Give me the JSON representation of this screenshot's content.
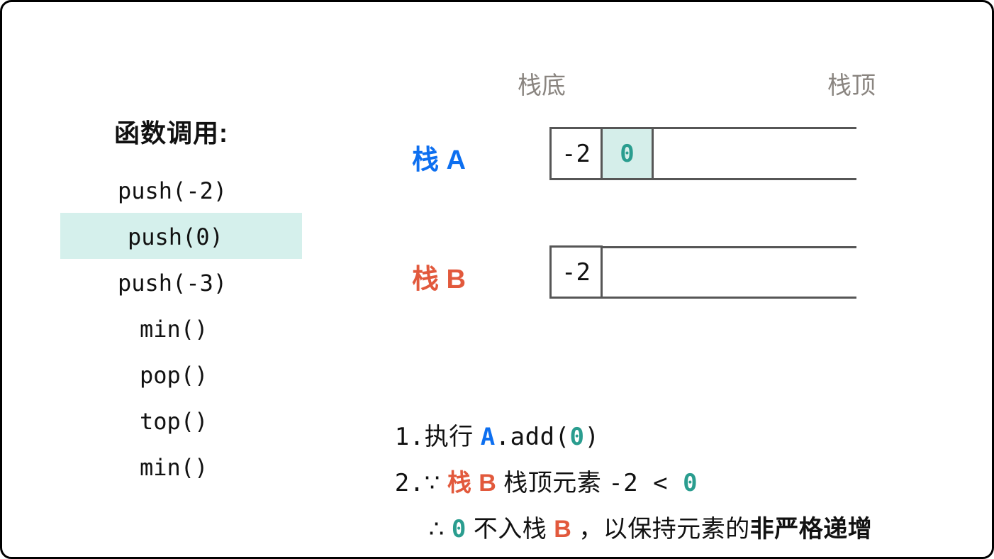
{
  "colors": {
    "stack_a_accent": "#0d6ff0",
    "stack_b_accent": "#e2593c",
    "highlight_value": "#2a9d8f",
    "highlight_cell_bg": "#d5eeea",
    "highlight_row_bg": "#d5f0ec",
    "track_border": "#565656",
    "muted_label": "#8a8580",
    "frame_border": "#000000"
  },
  "left_panel": {
    "title": "函数调用:",
    "calls": [
      {
        "label": "push(-2)",
        "highlighted": false
      },
      {
        "label": "push(0)",
        "highlighted": true
      },
      {
        "label": "push(-3)",
        "highlighted": false
      },
      {
        "label": "min()",
        "highlighted": false
      },
      {
        "label": "pop()",
        "highlighted": false
      },
      {
        "label": "top()",
        "highlighted": false
      },
      {
        "label": "min()",
        "highlighted": false
      }
    ]
  },
  "stack_area": {
    "bottom_label": "栈底",
    "top_label": "栈顶",
    "stacks": [
      {
        "name": "栈 A",
        "cells": [
          {
            "value": "-2",
            "highlighted": false
          },
          {
            "value": "0",
            "highlighted": true
          }
        ]
      },
      {
        "name": "栈 B",
        "cells": [
          {
            "value": "-2",
            "highlighted": false
          }
        ]
      }
    ]
  },
  "notes": {
    "line1": [
      {
        "text": "1."
      },
      {
        "text": "执行 "
      },
      {
        "text": "A"
      },
      {
        "text": ".add("
      },
      {
        "text": "0"
      },
      {
        "text": ")"
      }
    ],
    "line2": [
      {
        "text": "2."
      },
      {
        "text": "∵ "
      },
      {
        "text": "栈 B"
      },
      {
        "text": " 栈顶元素 "
      },
      {
        "text": "-2 < "
      },
      {
        "text": "0"
      }
    ],
    "line3": [
      {
        "text": "∴ "
      },
      {
        "text": "0"
      },
      {
        "text": " 不入栈 "
      },
      {
        "text": "B"
      },
      {
        "text": " ，以保持元素的"
      },
      {
        "text": "非严格递增"
      }
    ]
  }
}
